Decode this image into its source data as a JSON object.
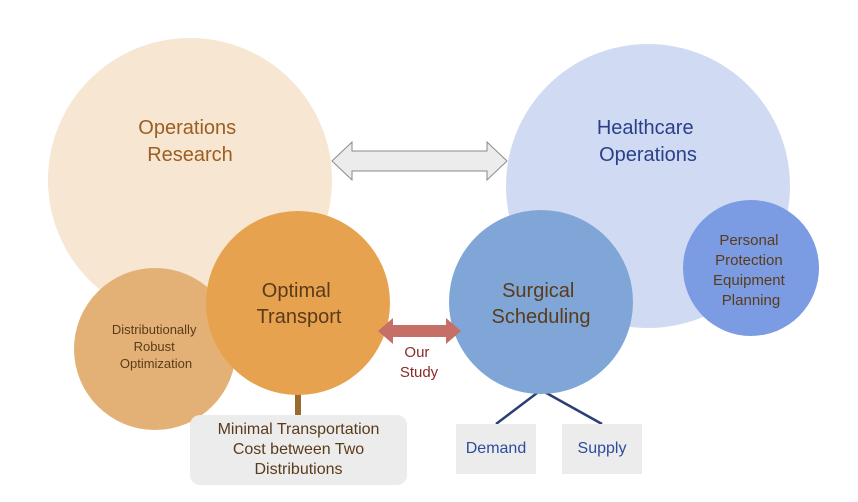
{
  "colors": {
    "or_circle": "#f6e6d2",
    "ot_circle": "#e6a24e",
    "dro_circle": "#e3b175",
    "ho_circle": "#d0dbf3",
    "ss_circle": "#7fa6d6",
    "ppe_circle": "#7b9be2",
    "double_arrow_fill": "#ececec",
    "our_study_arrow": "#c56f66",
    "tree_stem": "#9b6a2e",
    "branch_line": "#2a3f75",
    "brown_text": "#9b5f1f",
    "dark_brown_text": "#5a3b1a",
    "blue_text": "#2a3f8a",
    "maroon_text": "#8a2a2a"
  },
  "nodes": {
    "operations_research": {
      "line1": "Operations",
      "line2": "Research"
    },
    "optimal_transport": {
      "line1": "Optimal",
      "line2": "Transport"
    },
    "dro": {
      "line1": "Distributionally",
      "line2": "Robust",
      "line3": "Optimization"
    },
    "healthcare_operations": {
      "line1": "Healthcare",
      "line2": "Operations"
    },
    "surgical_scheduling": {
      "line1": "Surgical",
      "line2": "Scheduling"
    },
    "ppe_planning": {
      "line1": "Personal",
      "line2": "Protection",
      "line3": "Equipment",
      "line4": "Planning"
    }
  },
  "our_study": {
    "line1": "Our",
    "line2": "Study"
  },
  "boxes": {
    "mtc": {
      "line1": "Minimal Transportation",
      "line2": "Cost between Two",
      "line3": "Distributions"
    },
    "demand": "Demand",
    "supply": "Supply"
  }
}
